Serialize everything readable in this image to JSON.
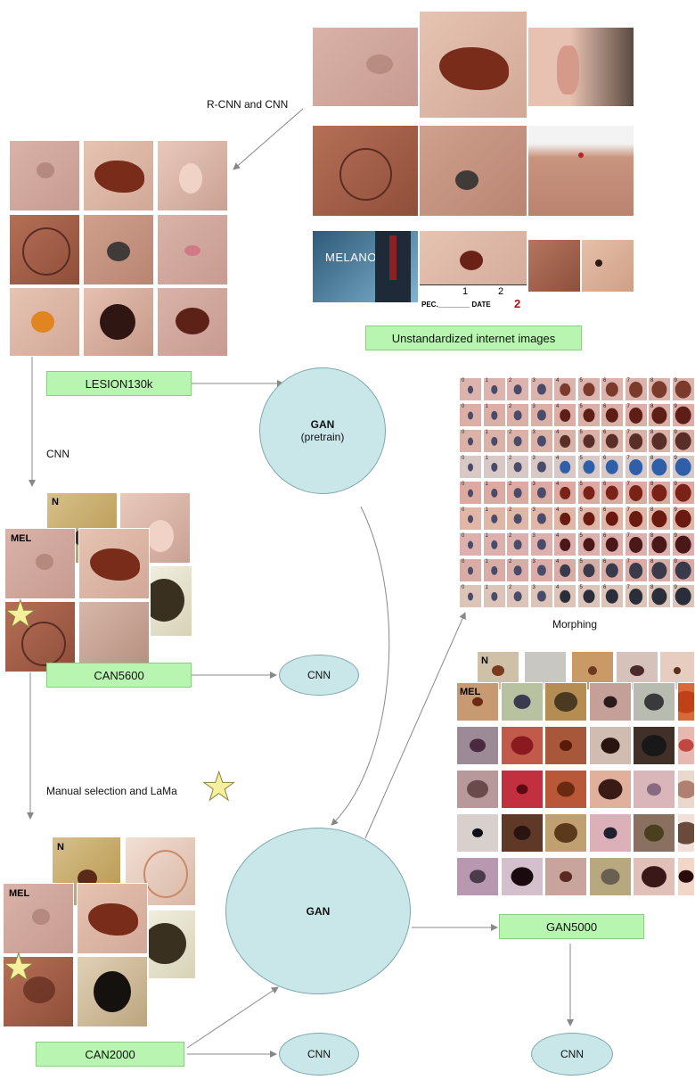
{
  "labels": {
    "rcnn_cnn": "R-CNN and CNN",
    "unstandardized": "Unstandardized internet images",
    "lesion130k": "LESION130k",
    "cnn_arrow": "CNN",
    "gan_pretrain_title": "GAN",
    "gan_pretrain_sub": "(pretrain)",
    "morphing": "Morphing",
    "can5600": "CAN5600",
    "cnn_node_1": "CNN",
    "manual_selection": "Manual selection and LaMa",
    "gan": "GAN",
    "gan5000": "GAN5000",
    "can2000": "CAN2000",
    "cnn_node_2": "CNN",
    "cnn_node_3": "CNN",
    "tag_n": "N",
    "tag_mel": "MEL",
    "melanoma_banner": "MELANOMA",
    "ruler_text": "PEC.________ DATE",
    "ruler_1": "1",
    "ruler_2": "2",
    "ruler_date_mark": "2"
  },
  "morph_grid": {
    "rows": 9,
    "cols": 10,
    "col_labels": [
      "0",
      "1",
      "2",
      "3",
      "4",
      "5",
      "6",
      "7",
      "8",
      "9"
    ]
  },
  "colors": {
    "label_box": "#b7f5b0",
    "node_fill": "#c9e6e9",
    "arrow": "#888888",
    "star": "#f6ef9c"
  }
}
